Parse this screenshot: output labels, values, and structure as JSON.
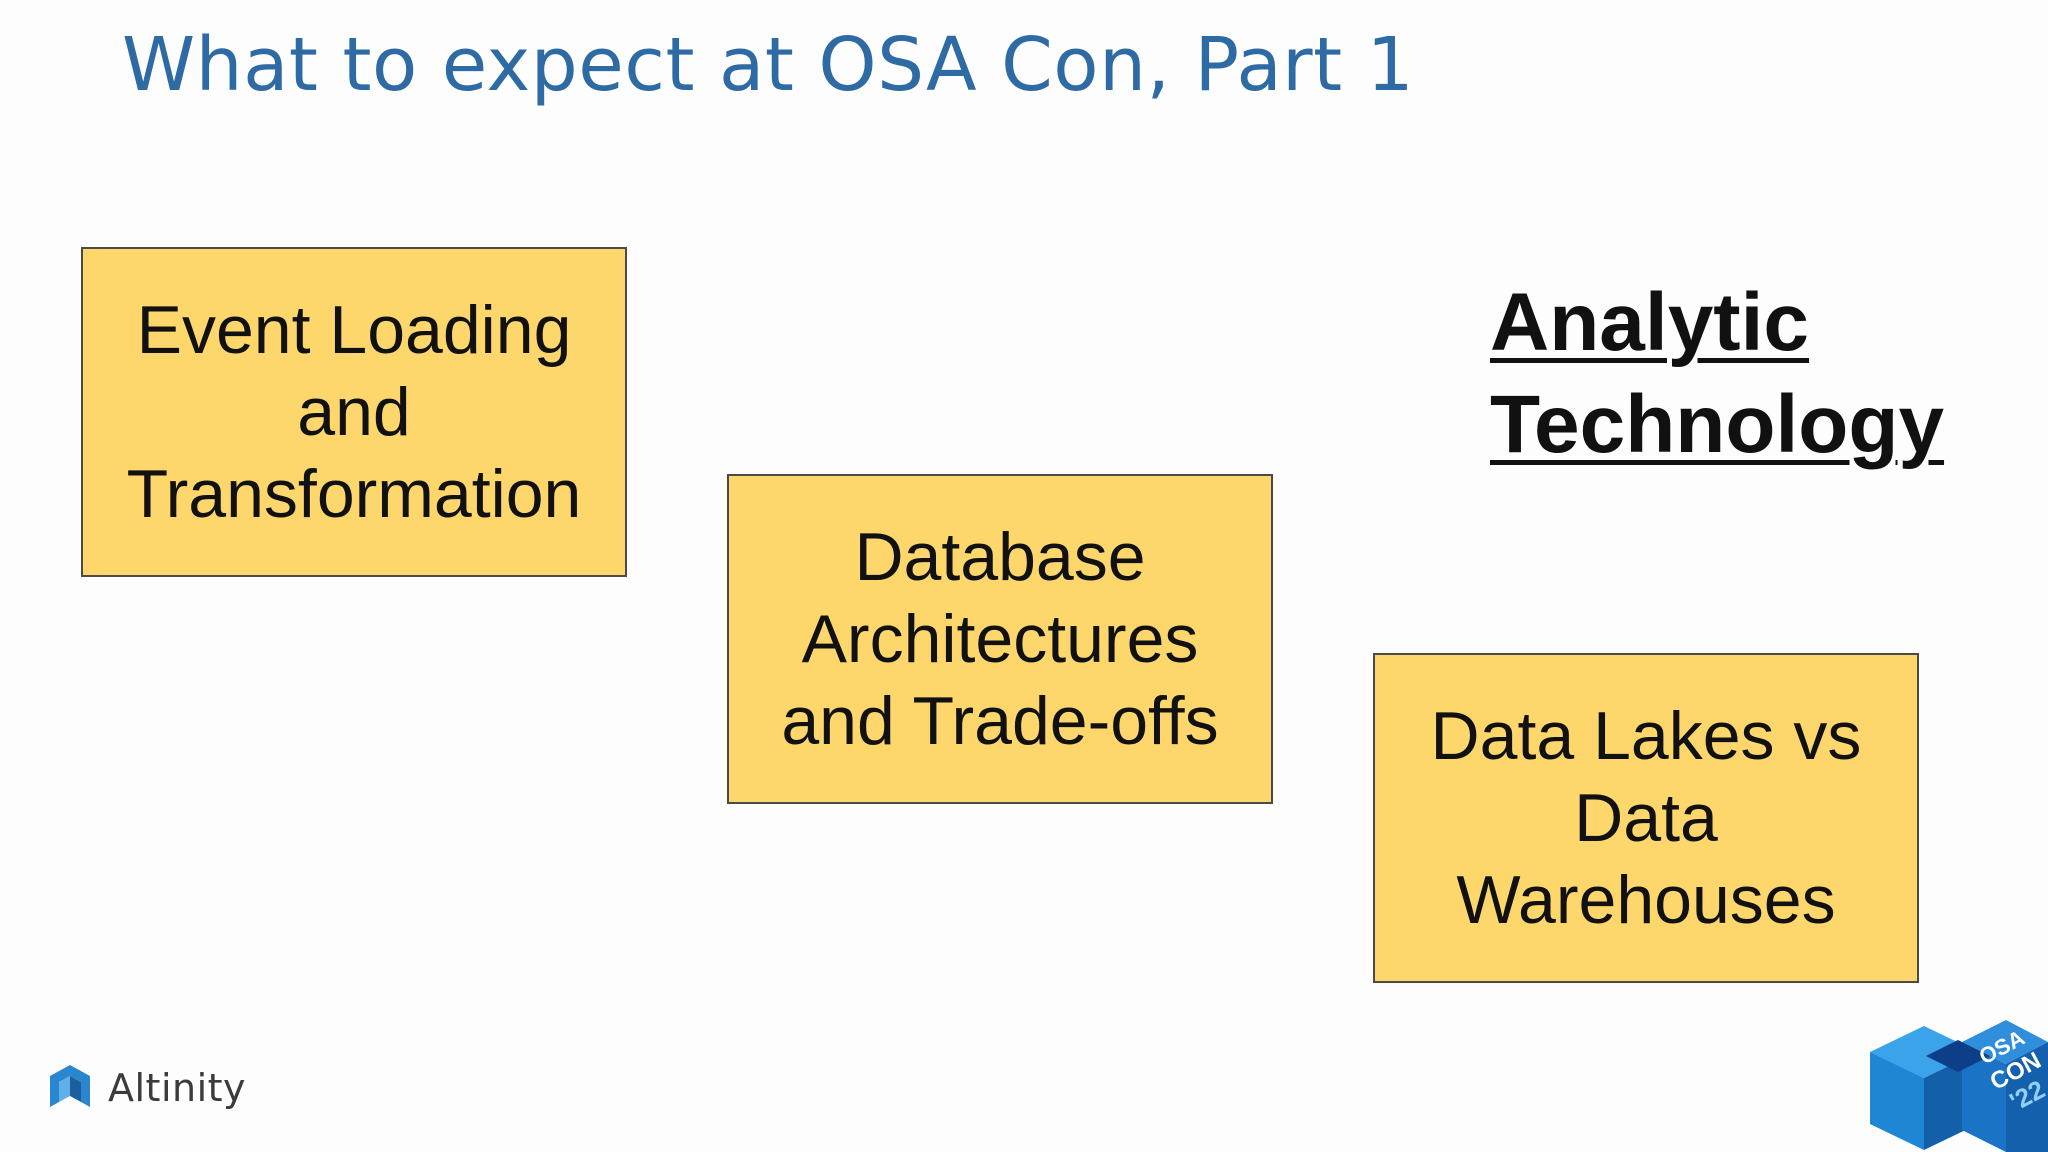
{
  "slide": {
    "title": "What to expect at OSA Con, Part 1"
  },
  "cards": {
    "event_loading": "Event Loading\nand\nTransformation",
    "database_architectures": "Database\nArchitectures\nand Trade-offs",
    "data_lakes": "Data Lakes vs\nData\nWarehouses"
  },
  "heading": {
    "line1": "Analytic",
    "line2": "Technology"
  },
  "brand": {
    "name": "Altinity",
    "logo_icon": "altinity-logo-icon",
    "conference_logo_icon": "osacon-22-cube-logo",
    "conference_logo_text": "OSA CON '22"
  },
  "colors": {
    "title": "#2e6aa3",
    "card_fill": "#fdd66c",
    "card_border": "#4a4a4a",
    "background": "#fdfdfd",
    "logo_blue": "#1f7ec9"
  }
}
